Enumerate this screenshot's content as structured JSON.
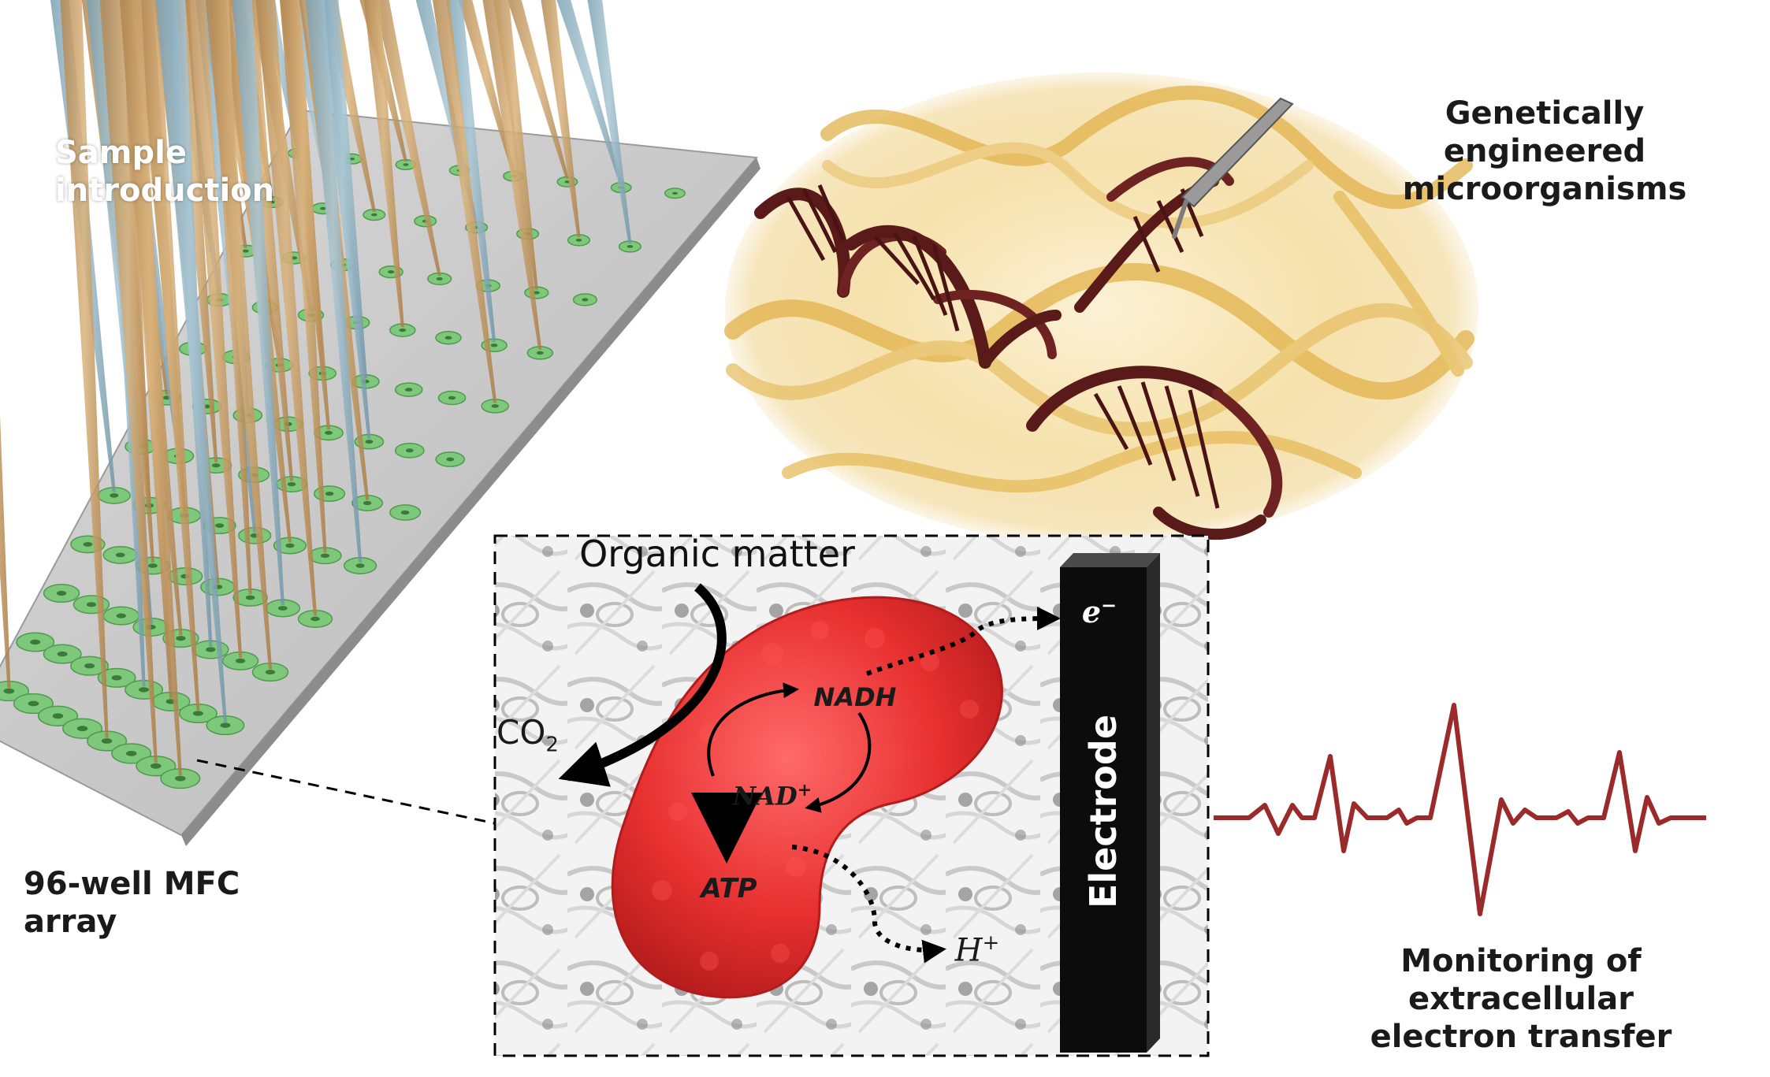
{
  "labels": {
    "sample_introduction": "Sample introduction",
    "array": "96-well MFC array",
    "genetic_line1": "Genetically engineered",
    "genetic_line2": "microorganisms",
    "organic_matter": "Organic matter",
    "co2_base": "CO",
    "co2_sub": "2",
    "nadh": "NADH",
    "nad_base": "NAD",
    "nad_sup": "+",
    "atp": "ATP",
    "electron_base": "e",
    "electron_sup": "−",
    "proton_base": "H",
    "proton_sup": "+",
    "electrode": "Electrode",
    "monitor_line1": "Monitoring of extracellular",
    "monitor_line2": "electron transfer"
  },
  "colors": {
    "well_green": "#7dc87a",
    "tip_tan": "#c8a06a",
    "tip_blue": "#8fb3c4",
    "plate_gray": "#c9c9c9",
    "dna_gold": "#e2b24a",
    "dna_maroon": "#5a1a1a",
    "cell_red": "#e53030",
    "signal_red": "#9b2a2a",
    "electrode_black": "#0c0c0c"
  },
  "icons": {
    "tweezers": "tweezers-icon",
    "microbe": "bacterium-icon",
    "dna": "dna-helix-icon"
  }
}
